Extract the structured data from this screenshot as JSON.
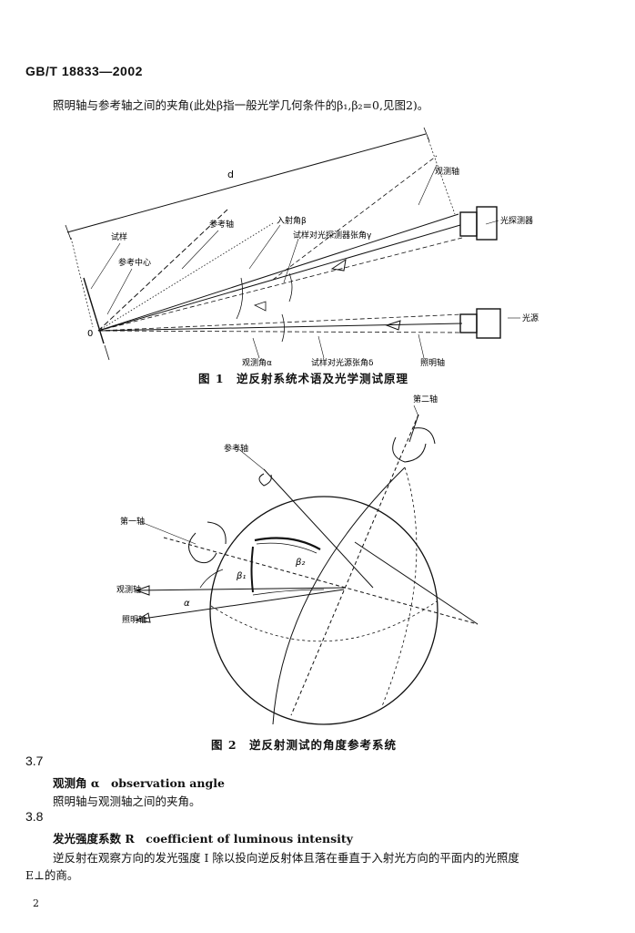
{
  "header": {
    "standard_code": "GB/T 18833—2002"
  },
  "intro_text": "照明轴与参考轴之间的夹角(此处β指一般光学几何条件的β₁,β₂=0,见图2)。",
  "figure1": {
    "caption": "图 1　逆反射系统术语及光学测试原理",
    "labels": {
      "d": "d",
      "observation_axis": "观测轴",
      "photodetector": "光探测器",
      "specimen": "试样",
      "reference_axis": "参考轴",
      "entrance_angle": "入射角β",
      "detector_angle": "试样对光探测器张角γ",
      "reference_center": "参考中心",
      "origin": "0",
      "source": "光源",
      "observation_angle": "观测角α",
      "source_angle": "试样对光源张角δ",
      "illumination_axis": "照明轴"
    }
  },
  "figure2": {
    "caption": "图 2　逆反射测试的角度参考系统",
    "labels": {
      "second_axis": "第二轴",
      "reference_axis": "参考轴",
      "first_axis": "第一轴",
      "observation_axis": "观测轴",
      "illumination_axis": "照明轴",
      "beta1": "β₁",
      "beta2": "β₂",
      "alpha": "α"
    }
  },
  "sections": [
    {
      "number": "3.7",
      "term": "观测角 α　observation angle",
      "definition": "照明轴与观测轴之间的夹角。"
    },
    {
      "number": "3.8",
      "term": "发光强度系数 R　coefficient of luminous intensity",
      "definition_line1": "逆反射在观察方向的发光强度 I 除以投向逆反射体且落在垂直于入射光方向的平面内的光照度",
      "definition_line2": "E⊥的商。"
    }
  ],
  "page_number": "2"
}
